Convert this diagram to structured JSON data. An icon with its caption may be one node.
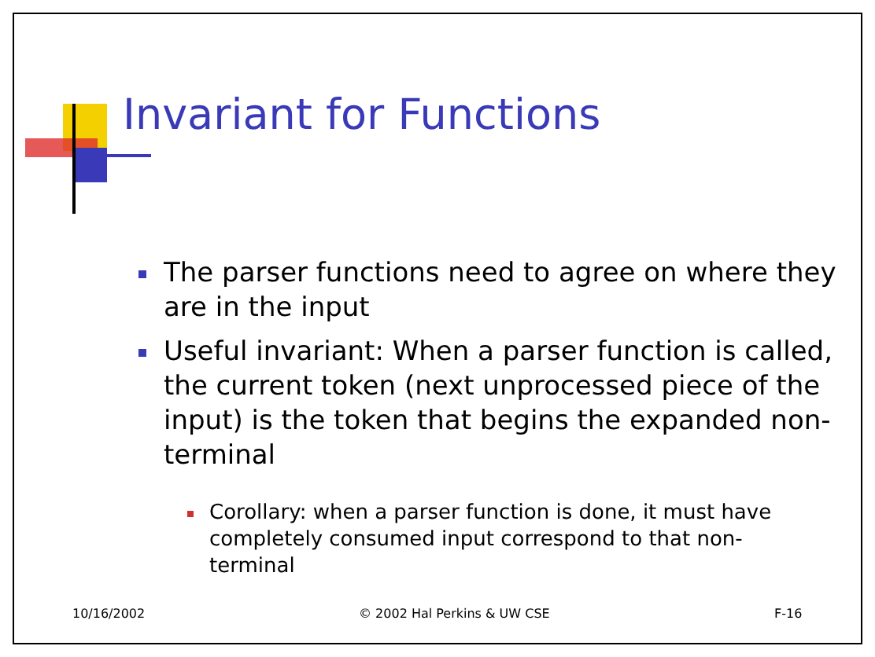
{
  "diagram": {
    "title": "Invariant for Functions",
    "labels": [
      "The parser functions need to agree on where they are in the input",
      "Useful invariant: When a parser function is called, the current token (next unprocessed piece of the input) is the token that begins the expanded non-terminal",
      "Corollary: when a parser function is done, it must have completely consumed input correspond to that non-terminal",
      "10/16/2002",
      "© 2002 Hal Perkins & UW CSE",
      "F-16"
    ]
  }
}
